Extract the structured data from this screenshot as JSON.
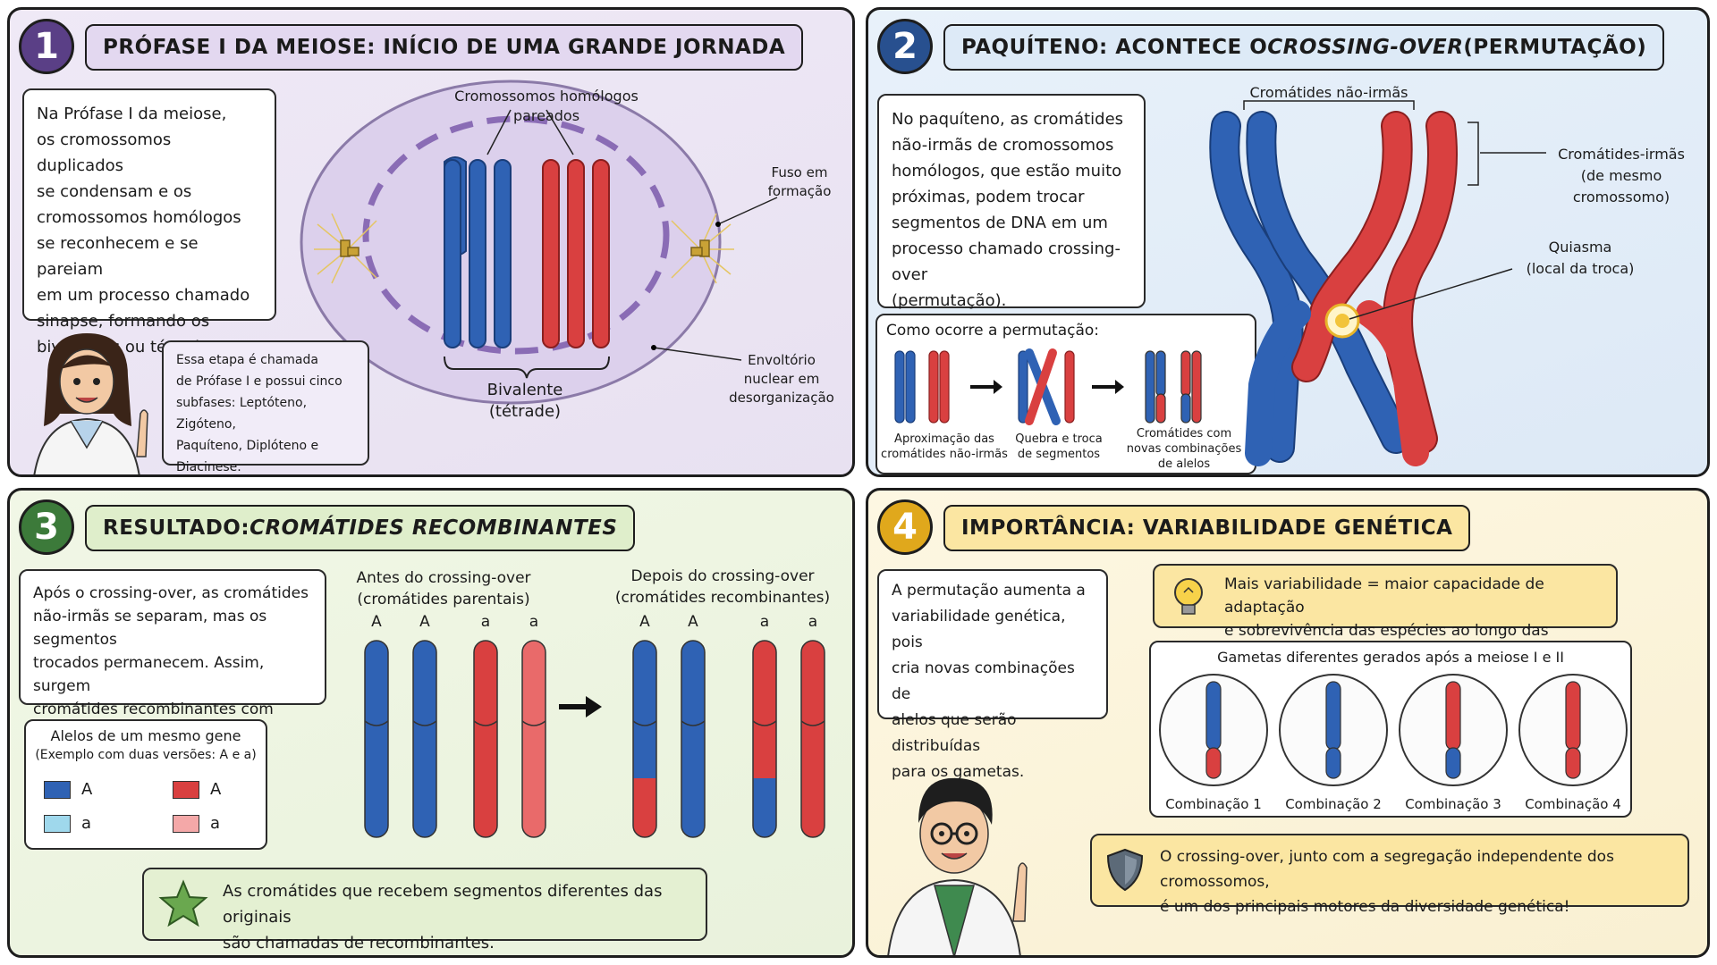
{
  "panel1": {
    "number": "1",
    "title": "PRÓFASE I DA MEIOSE: INÍCIO DE UMA GRANDE JORNADA",
    "intro": "Na Prófase I da meiose,\nos cromossomos duplicados\nse condensam e os\ncromossomos homólogos\nse reconhecem e se pareiam\nem um processo chamado\nsinapse, formando os\nbivalentes ou tétrades.",
    "note": "Essa etapa é chamada\nde Prófase I e possui cinco\nsubfases: Leptóteno, Zigóteno,\nPaquíteno, Diplóteno e\nDiacinese.",
    "label_homologs": "Cromossomos homólogos pareados",
    "label_spindle": "Fuso em\nformação",
    "label_envelope": "Envoltório\nnuclear em\ndesorganização",
    "label_bivalent": "Bivalente\n(tétrade)"
  },
  "panel2": {
    "number": "2",
    "title_pre": "PAQUÍTENO: ACONTECE O ",
    "title_em": "CROSSING-OVER",
    "title_post": " (PERMUTAÇÃO)",
    "intro": "No paquíteno, as cromátides\nnão-irmãs de cromossomos\nhomólogos, que estão muito\npróximas, podem trocar\nsegmentos de DNA em um\nprocesso chamado crossing-over\n(permutação).",
    "how_title": "Como ocorre a permutação:",
    "step1": "Aproximação das\ncromátides não-irmãs",
    "step2": "Quebra e troca\nde segmentos",
    "step3": "Cromátides com\nnovas combinações\nde alelos",
    "label_nonsister": "Cromátides não-irmãs",
    "label_sister": "Cromátides-irmãs\n(de mesmo\ncromossomo)",
    "label_chiasma": "Quiasma\n(local da troca)"
  },
  "panel3": {
    "number": "3",
    "title_pre": "RESULTADO: ",
    "title_em": "CROMÁTIDES RECOMBINANTES",
    "intro": "Após o crossing-over, as cromátides\nnão-irmãs se separam, mas os segmentos\ntrocados permanecem. Assim, surgem\ncromátides recombinantes com novas\ncombinações de alelos.",
    "legend_title": "Alelos de um mesmo gene",
    "legend_sub": "(Exemplo com duas versões: A e a)",
    "legend": [
      {
        "label": "A",
        "color": "#2f62b4"
      },
      {
        "label": "A",
        "color": "#d94040"
      },
      {
        "label": "a",
        "color": "#9fd8ec"
      },
      {
        "label": "a",
        "color": "#f4a8a8"
      }
    ],
    "before_title": "Antes do crossing-over",
    "before_sub": "(cromátides parentais)",
    "after_title": "Depois do crossing-over",
    "after_sub": "(cromátides recombinantes)",
    "before_alleles": [
      "A",
      "A",
      "a",
      "a"
    ],
    "after_alleles": [
      "A",
      "A",
      "a",
      "a"
    ],
    "note": "As cromátides que recebem segmentos diferentes das originais\nsão chamadas de recombinantes."
  },
  "panel4": {
    "number": "4",
    "title": "IMPORTÂNCIA: VARIABILIDADE GENÉTICA",
    "intro": "A permutação aumenta a\nvariabilidade genética, pois\ncria novas combinações de\nalelos que serão distribuídas\npara os gametas.",
    "tip": "Mais variabilidade = maior capacidade de adaptação\ne sobrevivência das espécies ao longo das gerações.",
    "gametes_title": "Gametas diferentes gerados após a meiose I e II",
    "gametes": [
      "Combinação 1",
      "Combinação 2",
      "Combinação 3",
      "Combinação 4"
    ],
    "conclusion": "O crossing-over, junto com a segregação independente dos cromossomos,\né um dos principais motores da diversidade genética!"
  },
  "colors": {
    "blue": "#2f62b4",
    "red": "#d94040",
    "purple_badge": "#5a3f86",
    "blue_badge": "#28508f",
    "green_badge": "#3c7a3a",
    "yellow_badge": "#e0a81c"
  }
}
